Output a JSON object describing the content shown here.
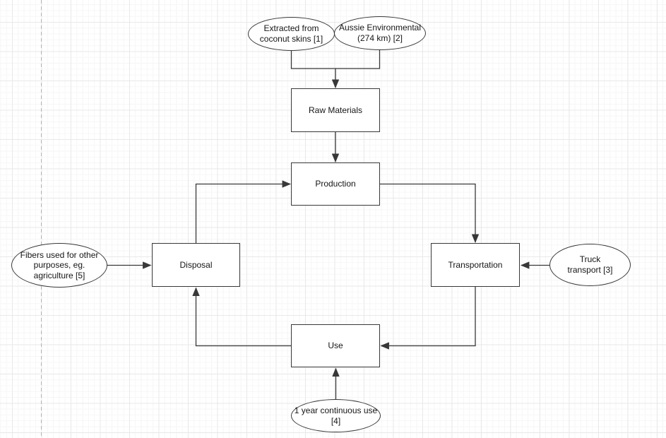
{
  "app": {
    "type": "flowchart-canvas",
    "title": "Product life cycle flowchart"
  },
  "theme": {
    "grid-minor": "#f6f6f6",
    "grid-major": "#e9e9e9",
    "stroke": "#383838",
    "node-fill": "#ffffff",
    "text": "#151515",
    "page-dash": "#b5b5b5"
  },
  "diagram": {
    "nodes": {
      "extracted": {
        "shape": "ellipse",
        "label": "Extracted from\ncoconut skins [1]"
      },
      "aussie": {
        "shape": "ellipse",
        "label": "Aussie Environmental\n(274 km) [2]"
      },
      "raw_materials": {
        "shape": "rect",
        "label": "Raw Materials"
      },
      "production": {
        "shape": "rect",
        "label": "Production"
      },
      "transportation": {
        "shape": "rect",
        "label": "Transportation"
      },
      "truck": {
        "shape": "ellipse",
        "label": "Truck\ntransport [3]"
      },
      "disposal": {
        "shape": "rect",
        "label": "Disposal"
      },
      "fibers": {
        "shape": "ellipse",
        "label": "Fibers used for other\npurposes, eg.\nagriculture [5]"
      },
      "use": {
        "shape": "rect",
        "label": "Use"
      },
      "continuous_use": {
        "shape": "ellipse",
        "label": "1 year continuous use\n[4]"
      }
    },
    "edges": [
      {
        "from": "extracted",
        "to": "raw_materials"
      },
      {
        "from": "aussie",
        "to": "raw_materials"
      },
      {
        "from": "raw_materials",
        "to": "production"
      },
      {
        "from": "disposal",
        "to": "production"
      },
      {
        "from": "production",
        "to": "transportation"
      },
      {
        "from": "truck",
        "to": "transportation"
      },
      {
        "from": "transportation",
        "to": "use"
      },
      {
        "from": "continuous_use",
        "to": "use"
      },
      {
        "from": "use",
        "to": "disposal"
      },
      {
        "from": "fibers",
        "to": "disposal"
      }
    ]
  }
}
